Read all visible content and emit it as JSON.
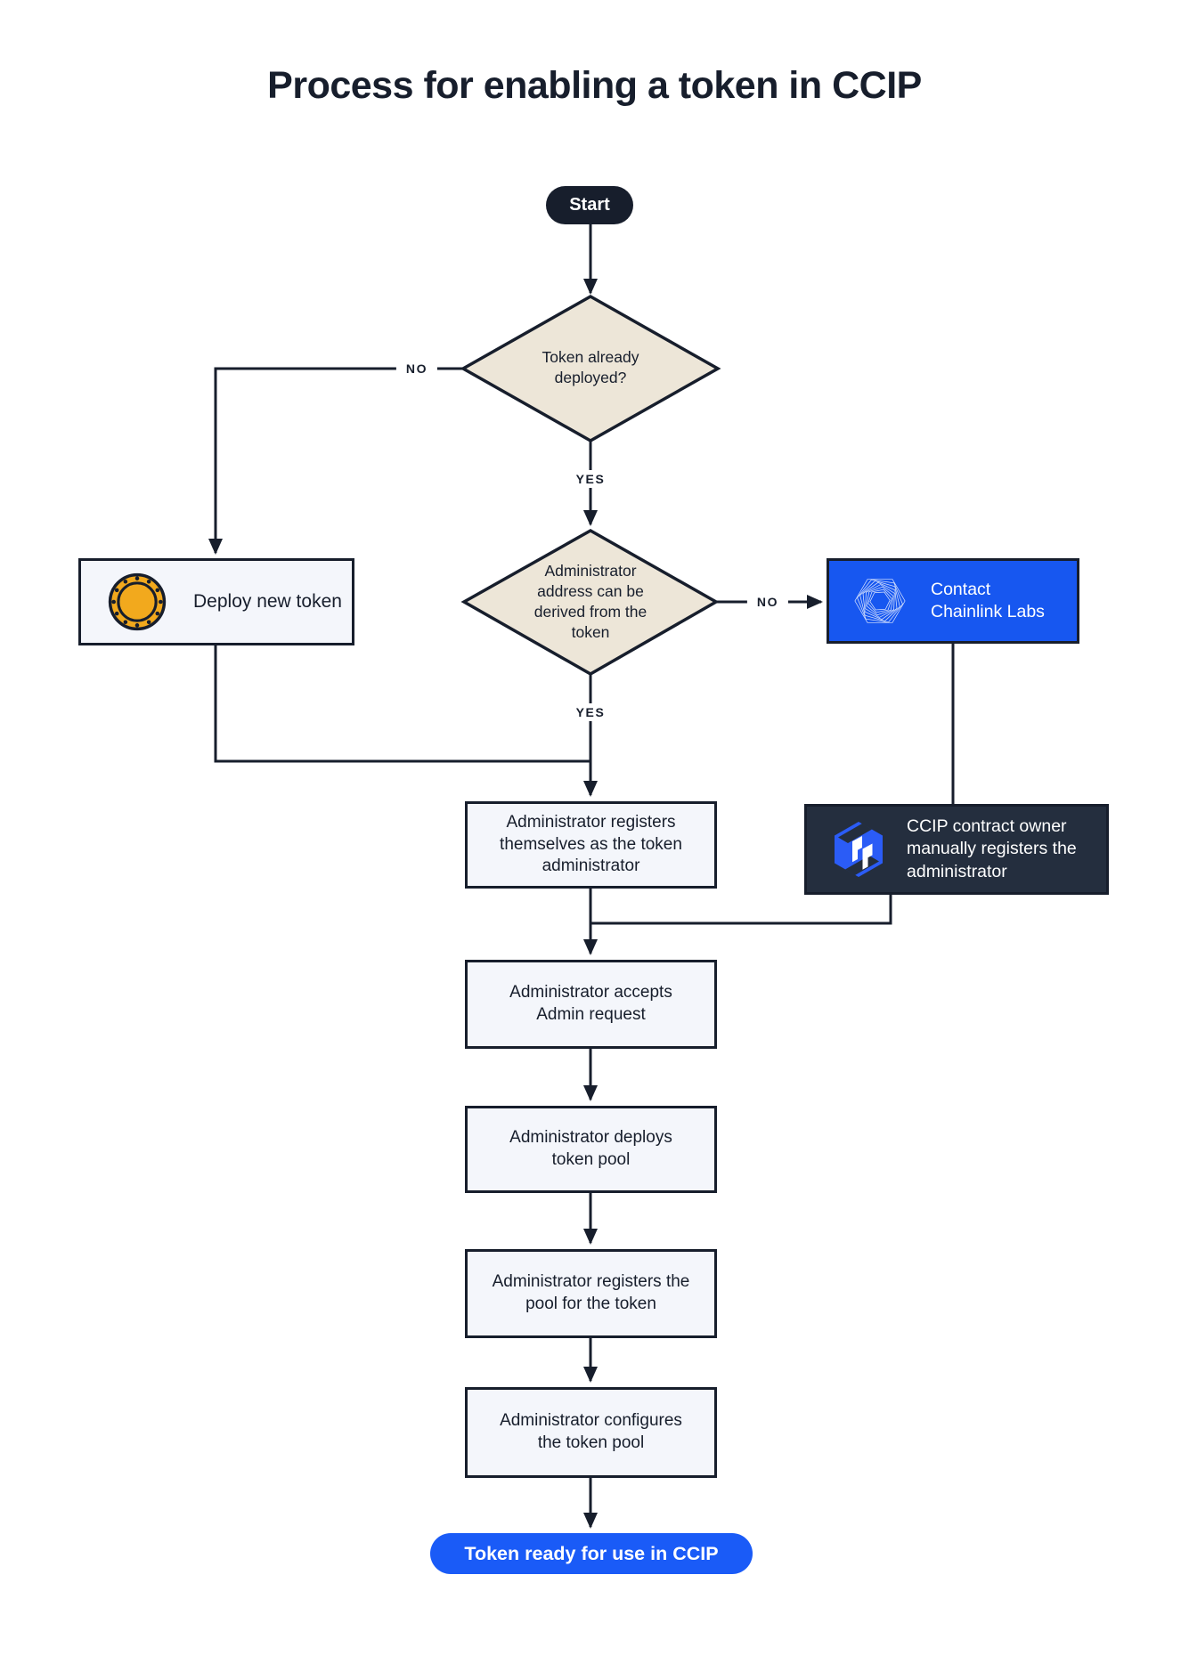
{
  "colors": {
    "ink": "#171E2C",
    "paper": "#FFFFFF",
    "diamond_fill": "#EDE6D8",
    "box_fill": "#F4F6FB",
    "blue": "#1757F0",
    "blue_pill": "#1A5BF7",
    "dark_panel": "#242E3E",
    "coin_gold": "#F2A91D"
  },
  "title": "Process for enabling a token in CCIP",
  "flow": {
    "start": {
      "label": "Start"
    },
    "decision_token_deployed": {
      "label": "Token already deployed?",
      "no": "NO",
      "yes": "YES"
    },
    "deploy_new_token": {
      "label": "Deploy new token",
      "icon": "coin-icon"
    },
    "decision_admin_derived": {
      "label": "Administrator address can be derived from the token",
      "no": "NO",
      "yes": "YES"
    },
    "contact_chainlink": {
      "label": "Contact Chainlink Labs",
      "icon": "chainlink-labs-logo-icon"
    },
    "admin_registers_self": {
      "label": "Administrator registers themselves as the token administrator"
    },
    "ccip_owner_registers": {
      "label": "CCIP contract owner manually registers the administrator",
      "icon": "ccip-logo-icon"
    },
    "admin_accepts": {
      "label": "Administrator accepts Admin request"
    },
    "admin_deploys_pool": {
      "label": "Administrator deploys token pool"
    },
    "admin_registers_pool": {
      "label": "Administrator registers the pool for the token"
    },
    "admin_configures_pool": {
      "label": "Administrator configures the token pool"
    },
    "token_ready": {
      "label": "Token ready for use in CCIP"
    }
  }
}
